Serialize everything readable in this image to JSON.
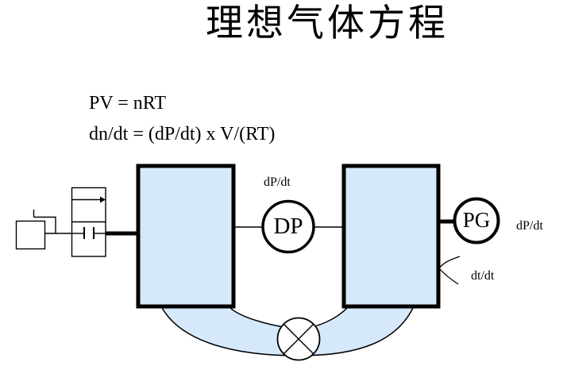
{
  "title": "理想气体方程",
  "equations": {
    "ideal_gas": "PV = nRT",
    "derivative": "dn/dt = (dP/dt) x V/(RT)"
  },
  "diagram": {
    "dp_gauge": {
      "label": "DP",
      "annotation": "dP/dt"
    },
    "pg_gauge": {
      "label": "PG",
      "annotation": "dP/dt"
    },
    "sensor": {
      "annotation": "dt/dt"
    },
    "icons": {
      "valve": "circle-with-diagonal-cross",
      "dp_gauge": "circled-gauge",
      "pg_gauge": "circled-gauge",
      "gas_supply": "regulator-capacitor-schematic",
      "sensor_lead": "curved-wire-hook",
      "flow_arrow": "right-arrow"
    },
    "colors": {
      "tank_fill": "#d6e9fb",
      "line": "#000000",
      "background": "#ffffff"
    }
  }
}
